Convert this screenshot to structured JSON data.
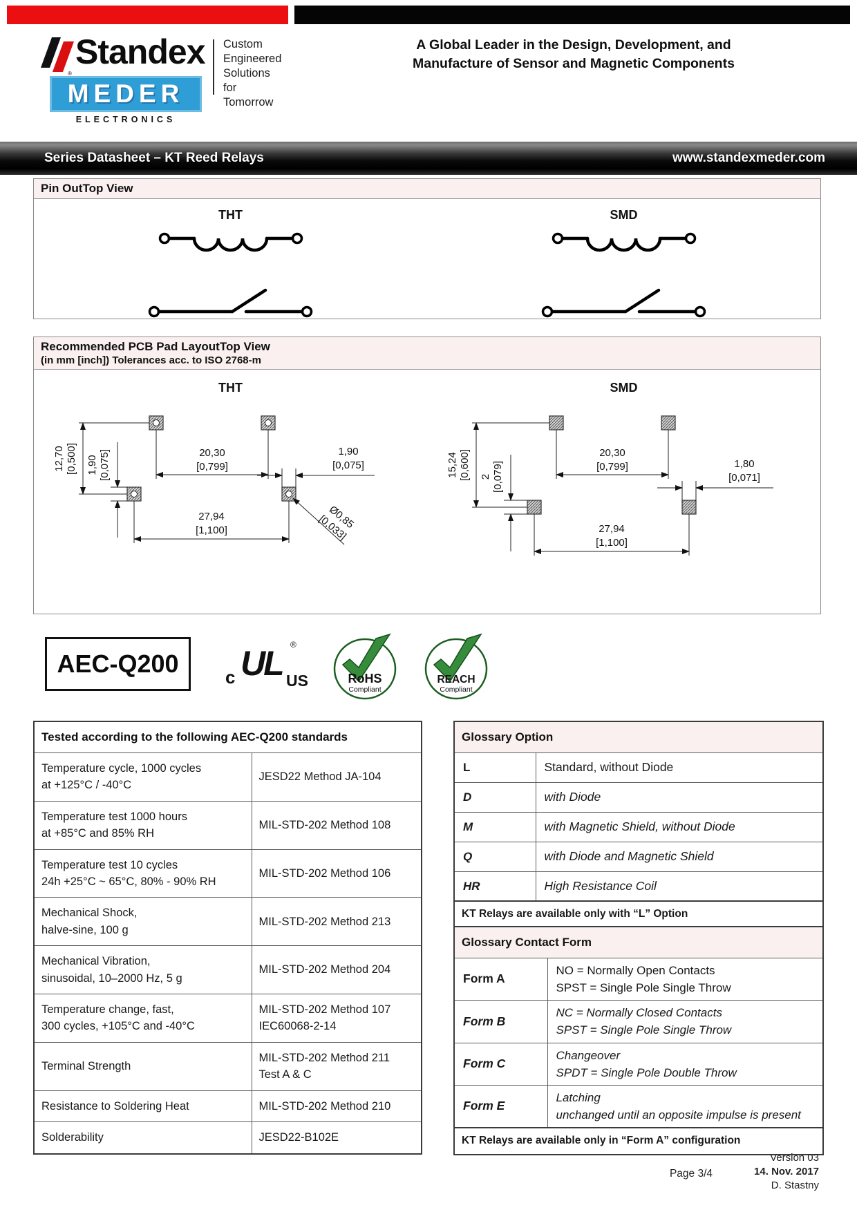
{
  "header": {
    "logo": {
      "standex": "Standex",
      "meder": "MEDER",
      "electronics": "ELECTRONICS",
      "registered": "®",
      "tagline": [
        "Custom",
        "Engineered",
        "Solutions for",
        "Tomorrow"
      ]
    },
    "claim": [
      "A Global Leader in the Design, Development, and",
      "Manufacture of Sensor and Magnetic Components"
    ],
    "bar": {
      "left": "Series Datasheet – KT Reed Relays",
      "right": "www.standexmeder.com"
    }
  },
  "pinout": {
    "title": "Pin Out",
    "title_suffix": "Top View",
    "columns": [
      {
        "label": "THT"
      },
      {
        "label": "SMD"
      }
    ]
  },
  "pcb": {
    "title": "Recommended PCB Pad Layout",
    "title_suffix": "Top View",
    "subtitle": "(in mm [inch]) Tolerances acc. to ISO 2768-m",
    "tht": {
      "label": "THT",
      "dims": {
        "height": [
          "12,70",
          "[0,500]"
        ],
        "pad_v": [
          "1,90",
          "[0,075]"
        ],
        "top_span": [
          "20,30",
          "[0,799]"
        ],
        "pad_h": [
          "1,90",
          "[0,075]"
        ],
        "bottom_span": [
          "27,94",
          "[1,100]"
        ],
        "hole": [
          "Ø0,85",
          "[0,033]"
        ]
      }
    },
    "smd": {
      "label": "SMD",
      "dims": {
        "height": [
          "15,24",
          "[0,600]"
        ],
        "pad_v": [
          "2",
          "[0,079]"
        ],
        "top_span": [
          "20,30",
          "[0,799]"
        ],
        "pad_h": [
          "1,80",
          "[0,071]"
        ],
        "bottom_span": [
          "27,94",
          "[1,100]"
        ]
      }
    }
  },
  "badges": {
    "aec": "AEC-Q200",
    "ul": {
      "c": "c",
      "ul": "UL",
      "us": "US",
      "registered": "®"
    },
    "rohs": {
      "name": "RoHS",
      "sub": "Compliant"
    },
    "reach": {
      "name": "REACH",
      "sub": "Compliant"
    }
  },
  "tested_table": {
    "title": "Tested according to the following AEC-Q200 standards",
    "rows": [
      {
        "test": [
          "Temperature cycle, 1000 cycles",
          "at +125°C / -40°C"
        ],
        "standard": [
          "JESD22 Method JA-104"
        ]
      },
      {
        "test": [
          "Temperature test 1000 hours",
          "at +85°C and 85% RH"
        ],
        "standard": [
          "MIL-STD-202 Method 108"
        ]
      },
      {
        "test": [
          "Temperature test 10 cycles",
          "24h +25°C ~ 65°C, 80% - 90% RH"
        ],
        "standard": [
          "MIL-STD-202 Method 106"
        ]
      },
      {
        "test": [
          "Mechanical Shock,",
          "halve-sine, 100 g"
        ],
        "standard": [
          "MIL-STD-202 Method 213"
        ]
      },
      {
        "test": [
          "Mechanical Vibration,",
          "sinusoidal, 10–2000 Hz, 5 g"
        ],
        "standard": [
          "MIL-STD-202 Method 204"
        ]
      },
      {
        "test": [
          "Temperature change, fast,",
          "300 cycles, +105°C and -40°C"
        ],
        "standard": [
          "MIL-STD-202 Method 107",
          "IEC60068-2-14"
        ]
      },
      {
        "test": [
          "Terminal Strength"
        ],
        "standard": [
          "MIL-STD-202 Method 211",
          "Test A & C"
        ]
      },
      {
        "test": [
          "Resistance to Soldering Heat"
        ],
        "standard": [
          "MIL-STD-202 Method 210"
        ]
      },
      {
        "test": [
          "Solderability"
        ],
        "standard": [
          "JESD22-B102E"
        ]
      }
    ]
  },
  "glossary_option": {
    "title": "Glossary Option",
    "rows": [
      {
        "code": "L",
        "desc": "Standard, without Diode",
        "italic": false
      },
      {
        "code": "D",
        "desc": "with Diode",
        "italic": true
      },
      {
        "code": "M",
        "desc": "with Magnetic Shield, without Diode",
        "italic": true
      },
      {
        "code": "Q",
        "desc": "with Diode and Magnetic Shield",
        "italic": true
      },
      {
        "code": "HR",
        "desc": "High Resistance Coil",
        "italic": true
      }
    ],
    "note": "KT Relays are available only with “L” Option"
  },
  "glossary_contact": {
    "title": "Glossary Contact Form",
    "rows": [
      {
        "form": "Form A",
        "lines": [
          "NO = Normally Open Contacts",
          "SPST = Single Pole Single Throw"
        ],
        "italic": false
      },
      {
        "form": "Form B",
        "lines": [
          "NC = Normally Closed Contacts",
          "SPST = Single Pole Single Throw"
        ],
        "italic": true
      },
      {
        "form": "Form C",
        "lines": [
          "Changeover",
          "SPDT = Single Pole Double Throw"
        ],
        "italic": true
      },
      {
        "form": "Form E",
        "lines": [
          "Latching",
          "unchanged until an opposite impulse is present"
        ],
        "italic": true
      }
    ],
    "note": "KT Relays are available only in “Form A” configuration"
  },
  "footer": {
    "page": "Page 3/4",
    "version": "Version 03",
    "date": "14. Nov. 2017",
    "author": "D. Stastny"
  },
  "colors": {
    "brand_red": "#ec0f12",
    "brand_blue": "#2f9dd6",
    "section_header_tint": "#fbf0f0",
    "check_green": "#378c3b",
    "badge_green_dark": "#1b5e20"
  }
}
